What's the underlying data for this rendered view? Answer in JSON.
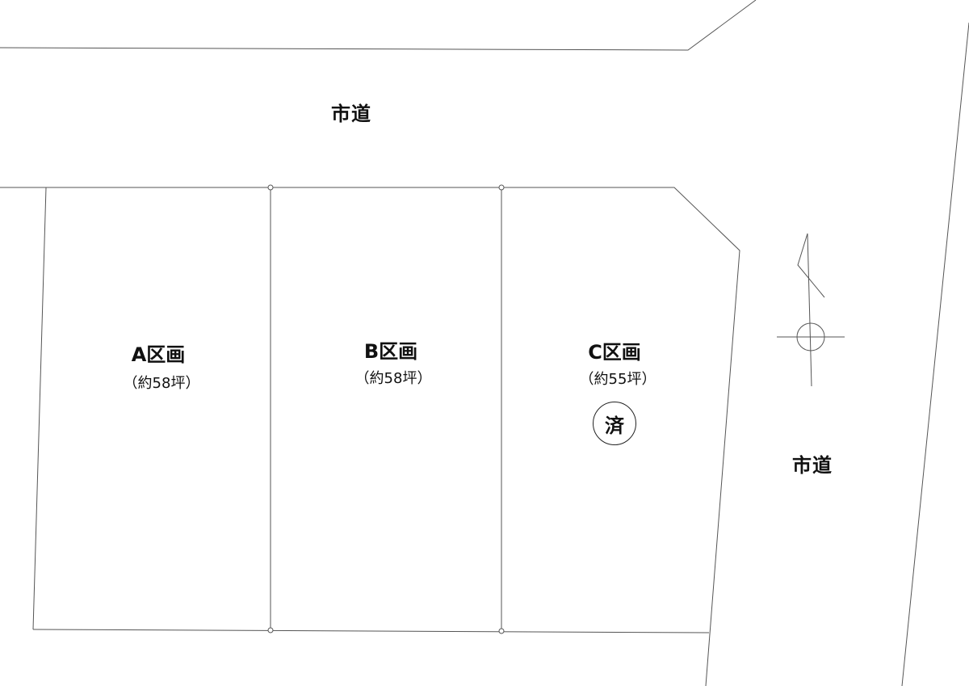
{
  "roads": {
    "north": {
      "label": "市道"
    },
    "east": {
      "label": "市道"
    }
  },
  "lots": [
    {
      "id": "A",
      "name": "A区画",
      "area": "（約58坪）"
    },
    {
      "id": "B",
      "name": "B区画",
      "area": "（約58坪）"
    },
    {
      "id": "C",
      "name": "C区画",
      "area": "（約55坪）",
      "status": "済"
    }
  ],
  "colors": {
    "line": "#555555",
    "text": "#111111",
    "background": "#ffffff"
  }
}
